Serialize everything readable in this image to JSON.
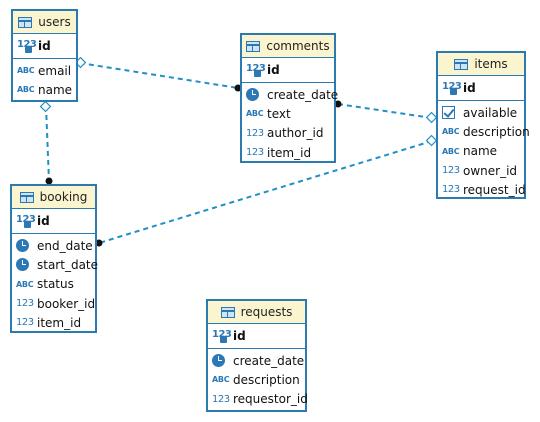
{
  "tables": {
    "users": {
      "name": "users",
      "pk": {
        "name": "id",
        "icon": "key-number-icon"
      },
      "columns": [
        {
          "name": "email",
          "icon": "text-type-icon"
        },
        {
          "name": "name",
          "icon": "text-type-icon"
        }
      ]
    },
    "comments": {
      "name": "comments",
      "pk": {
        "name": "id",
        "icon": "key-number-icon"
      },
      "columns": [
        {
          "name": "create_date",
          "icon": "datetime-type-icon"
        },
        {
          "name": "text",
          "icon": "text-type-icon"
        },
        {
          "name": "author_id",
          "icon": "number-type-icon"
        },
        {
          "name": "item_id",
          "icon": "number-type-icon"
        }
      ]
    },
    "items": {
      "name": "items",
      "pk": {
        "name": "id",
        "icon": "key-number-icon"
      },
      "columns": [
        {
          "name": "available",
          "icon": "boolean-type-icon"
        },
        {
          "name": "description",
          "icon": "text-type-icon"
        },
        {
          "name": "name",
          "icon": "text-type-icon"
        },
        {
          "name": "owner_id",
          "icon": "number-type-icon"
        },
        {
          "name": "request_id",
          "icon": "number-type-icon"
        }
      ]
    },
    "booking": {
      "name": "booking",
      "pk": {
        "name": "id",
        "icon": "key-number-icon"
      },
      "columns": [
        {
          "name": "end_date",
          "icon": "datetime-type-icon"
        },
        {
          "name": "start_date",
          "icon": "datetime-type-icon"
        },
        {
          "name": "status",
          "icon": "text-type-icon"
        },
        {
          "name": "booker_id",
          "icon": "number-type-icon"
        },
        {
          "name": "item_id",
          "icon": "number-type-icon"
        }
      ]
    },
    "requests": {
      "name": "requests",
      "pk": {
        "name": "id",
        "icon": "key-number-icon"
      },
      "columns": [
        {
          "name": "create_date",
          "icon": "datetime-type-icon"
        },
        {
          "name": "description",
          "icon": "text-type-icon"
        },
        {
          "name": "requestor_id",
          "icon": "number-type-icon"
        }
      ]
    }
  },
  "icon_glyphs": {
    "number": "123",
    "text": "ABC"
  },
  "relations": [
    {
      "from": "users",
      "to": "comments"
    },
    {
      "from": "comments",
      "to": "items"
    },
    {
      "from": "users",
      "to": "booking"
    },
    {
      "from": "items",
      "to": "booking"
    }
  ],
  "colors": {
    "border": "#2b7bb0",
    "header_bg": "#fbf5cf",
    "link": "#1f8fc8",
    "icon": "#2b78b4"
  }
}
